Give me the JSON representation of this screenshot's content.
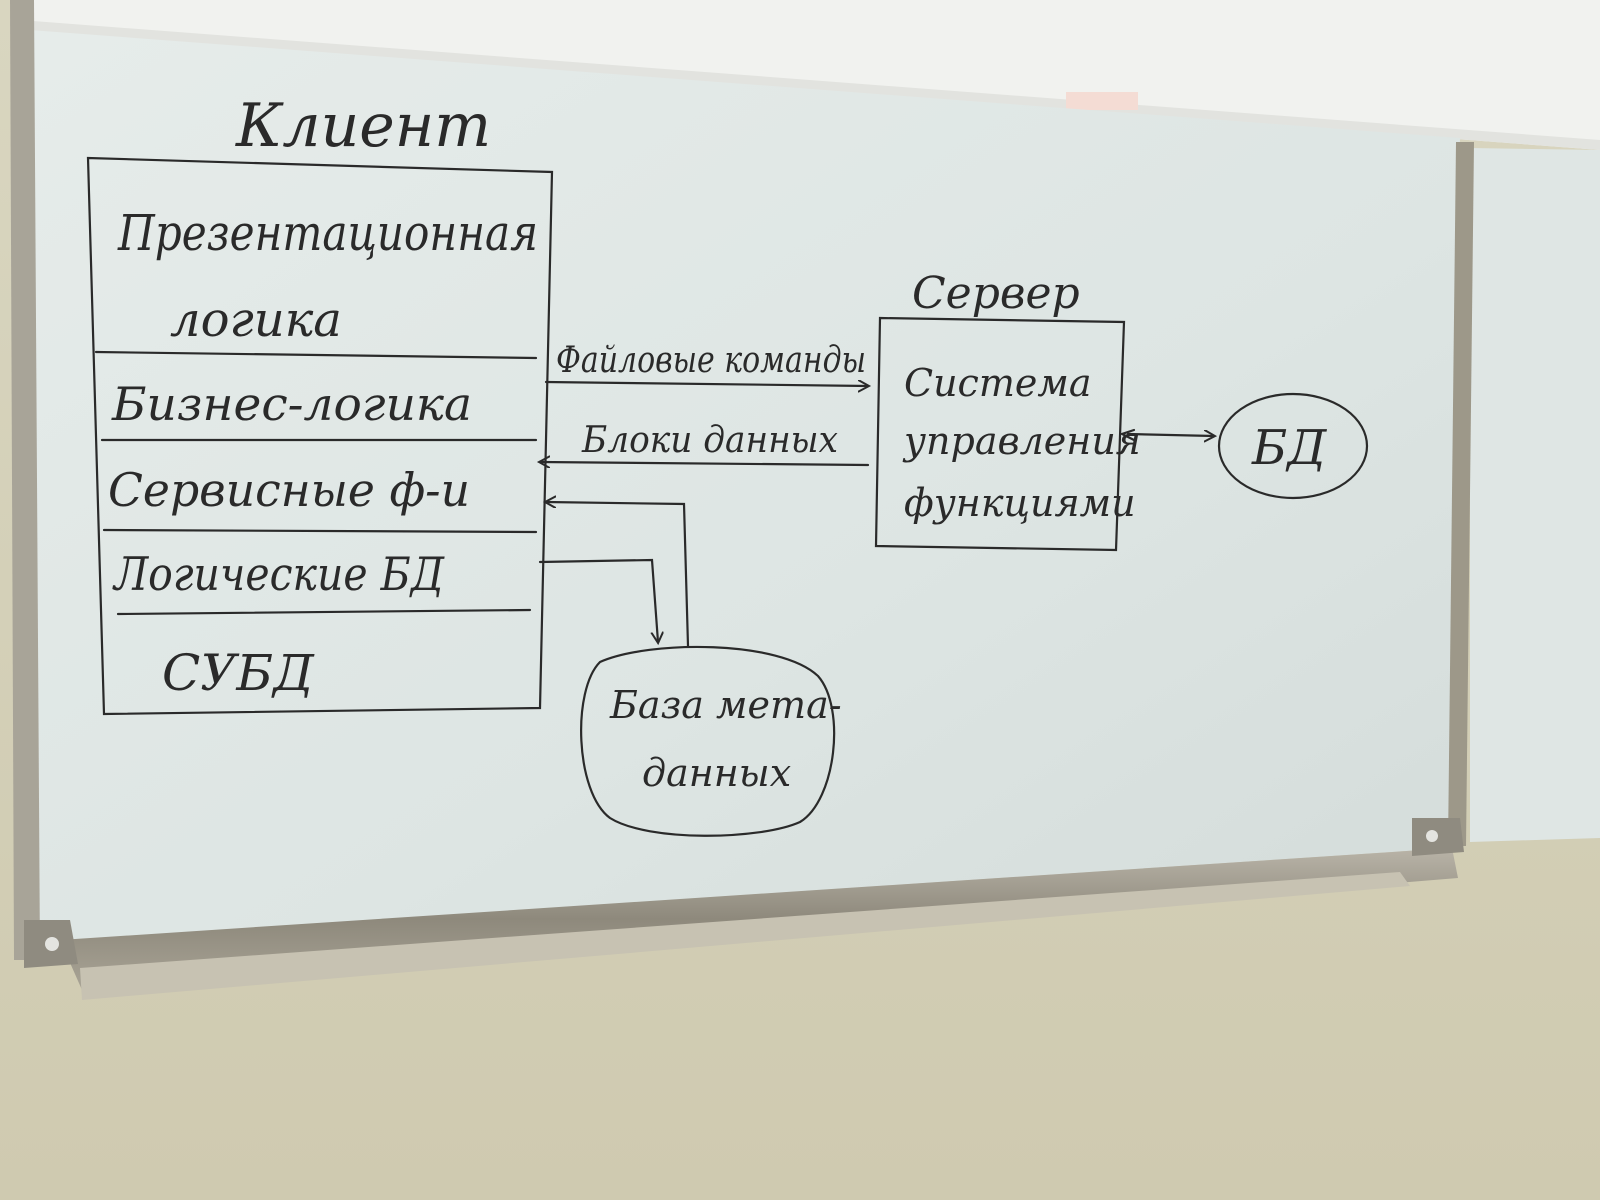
{
  "diagram": {
    "client": {
      "title": "Клиент",
      "layers": [
        {
          "id": "presentation",
          "lines": [
            "Презентационная",
            "логика"
          ]
        },
        {
          "id": "business",
          "lines": [
            "Бизнес-логика"
          ]
        },
        {
          "id": "service",
          "lines": [
            "Сервисные ф-и"
          ]
        },
        {
          "id": "logical-db",
          "lines": [
            "Логические БД"
          ]
        },
        {
          "id": "dbms",
          "lines": [
            "СУБД"
          ]
        }
      ]
    },
    "server": {
      "title": "Сервер",
      "lines": [
        "Система",
        "управления",
        "функциями"
      ]
    },
    "db": {
      "label": "БД"
    },
    "metadata": {
      "lines": [
        "База мета-",
        "данных"
      ]
    },
    "arrows": {
      "file_commands": "Файловые команды",
      "data_blocks": "Блоки данных"
    }
  },
  "colors": {
    "ink": "#2a2a2a",
    "board": "#dfe6e4",
    "wall": "#d6d2b8",
    "frame": "#9a958a"
  }
}
